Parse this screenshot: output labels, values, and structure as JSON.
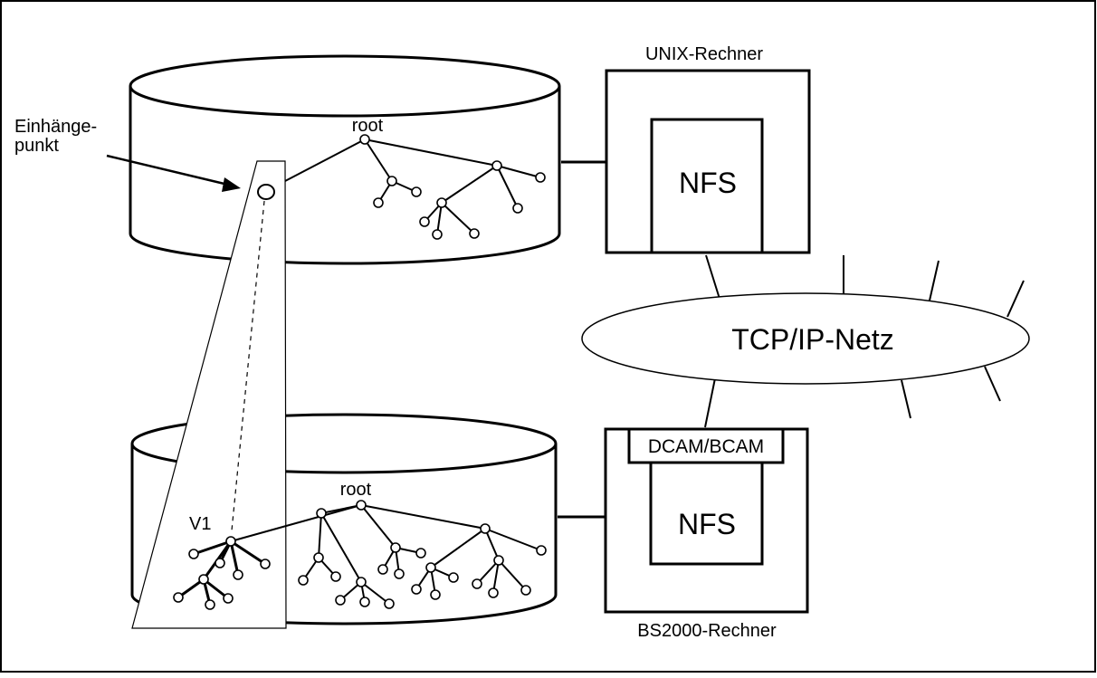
{
  "labels": {
    "mount_point_line1": "Einhänge-",
    "mount_point_line2": "punkt",
    "unix_host": "UNIX-Rechner",
    "bs2000_host": "BS2000-Rechner",
    "nfs_top": "NFS",
    "nfs_bottom": "NFS",
    "network": "TCP/IP-Netz",
    "dcam_bcam": "DCAM/BCAM",
    "root_top": "root",
    "root_bottom": "root",
    "v1": "V1"
  }
}
